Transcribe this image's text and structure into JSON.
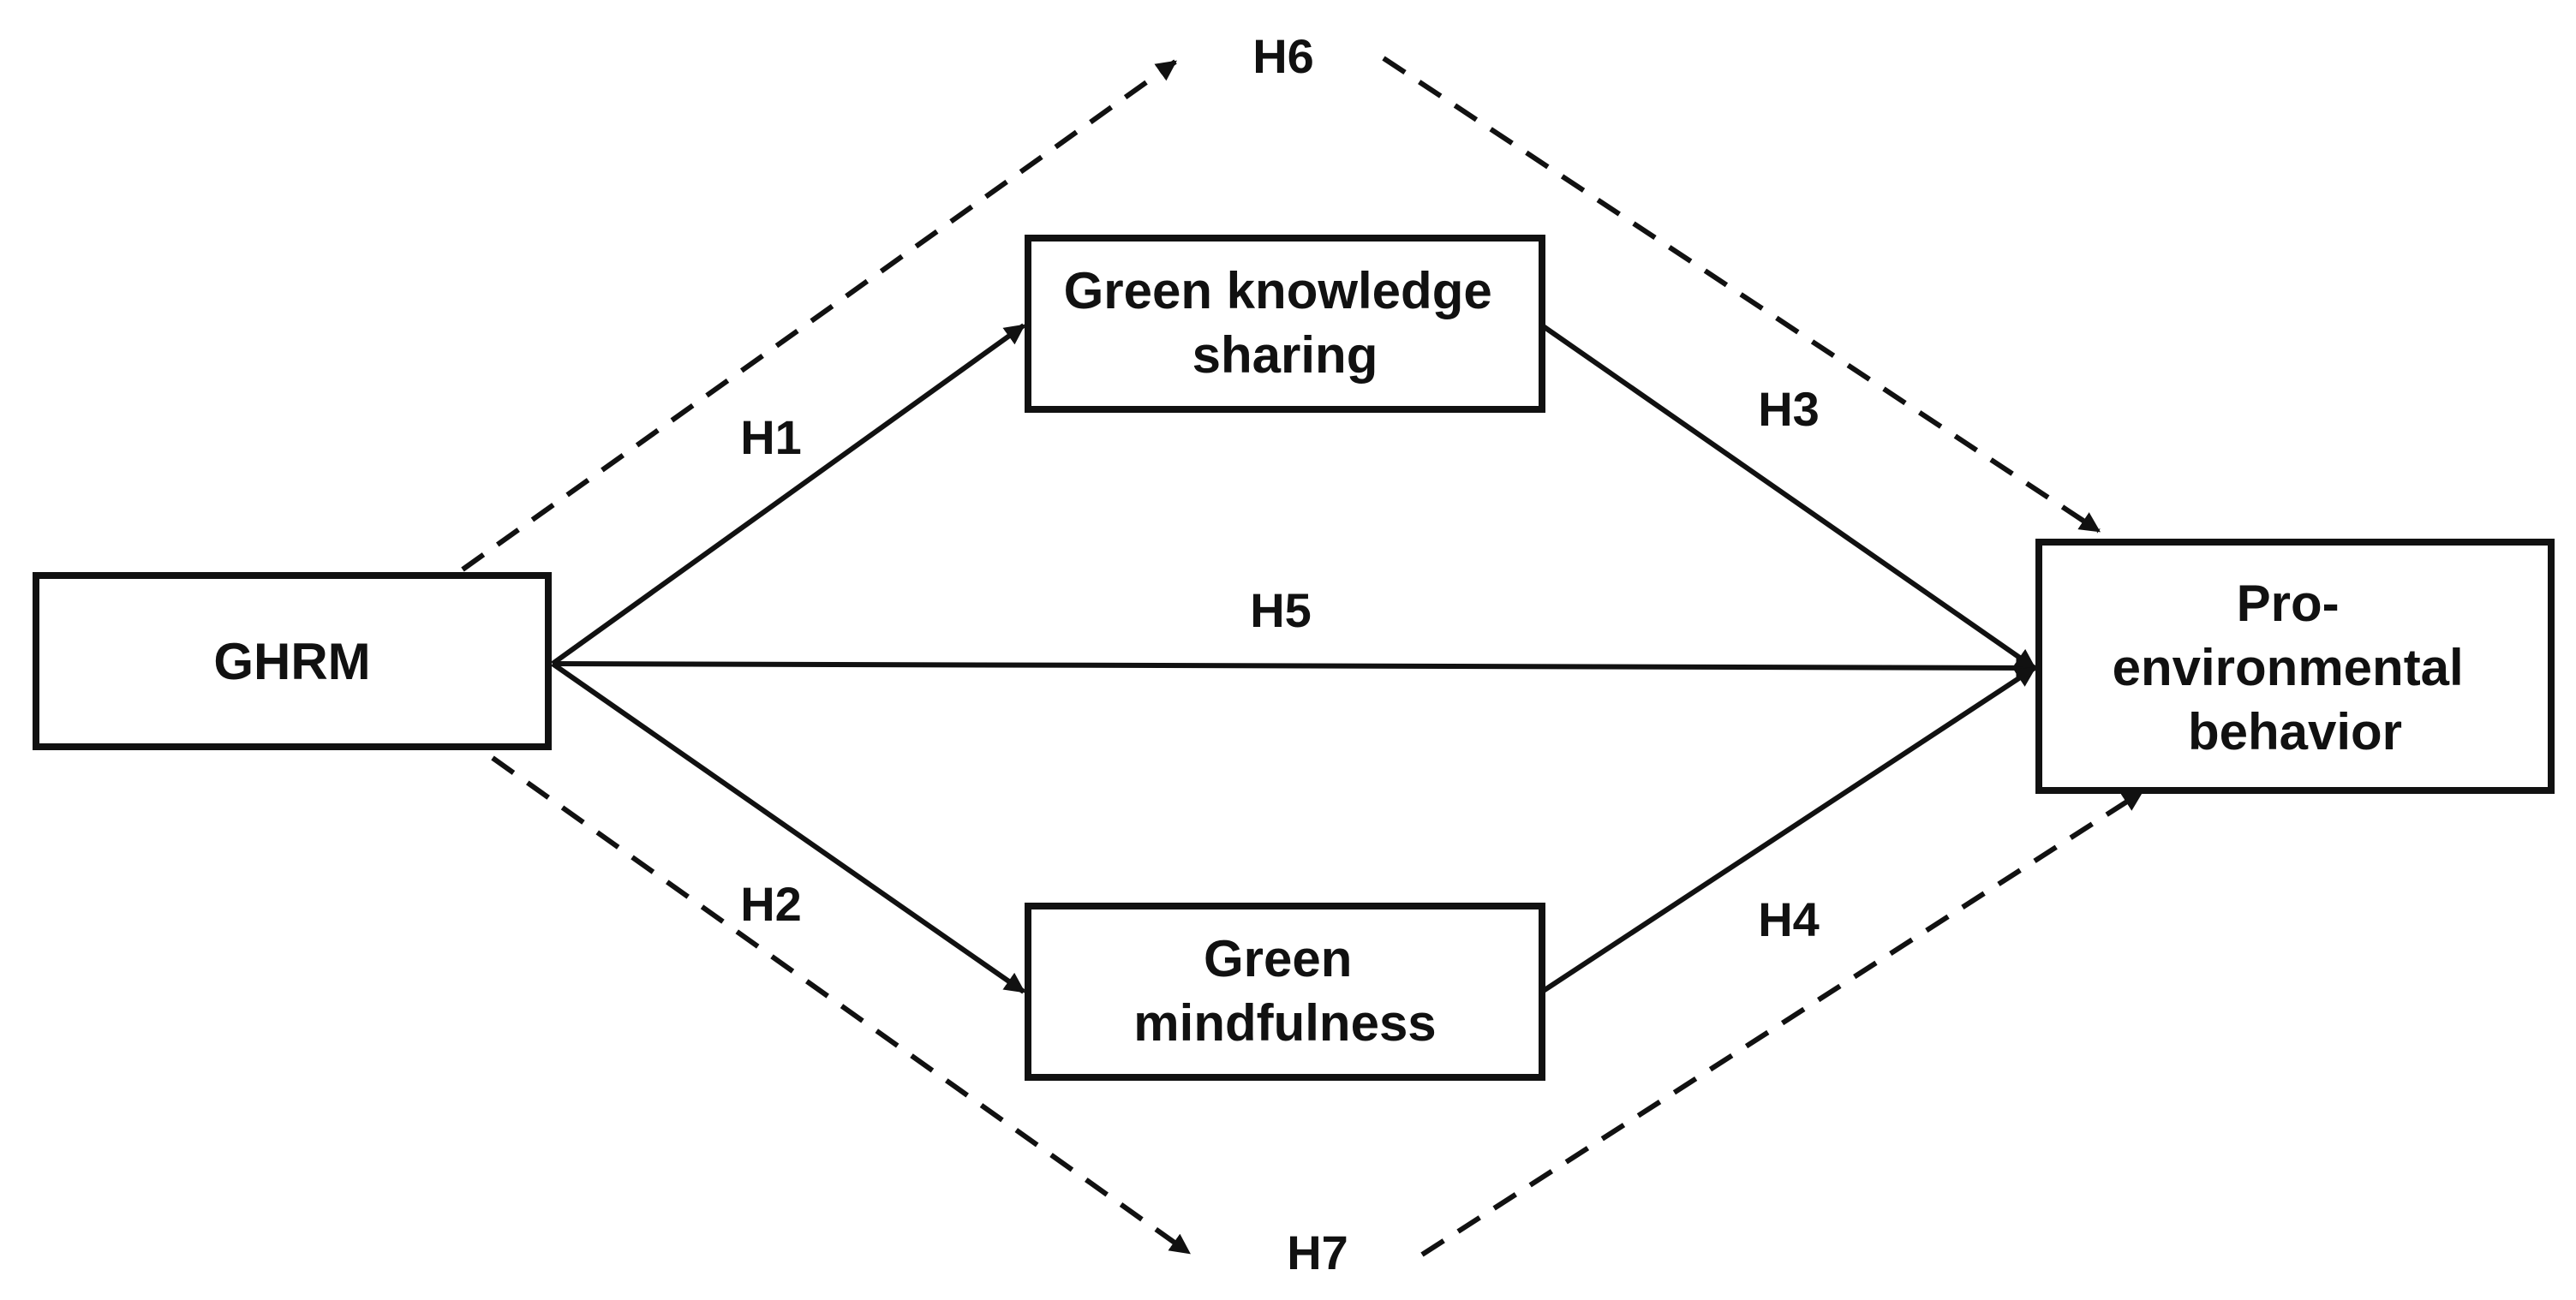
{
  "nodes": {
    "ghrm": {
      "lines": [
        "GHRM"
      ]
    },
    "gks": {
      "lines": [
        "Green knowledge",
        "sharing"
      ]
    },
    "gm": {
      "lines": [
        "Green",
        "mindfulness"
      ]
    },
    "peb": {
      "lines": [
        "Pro-",
        "environmental",
        "behavior"
      ]
    }
  },
  "hypotheses": {
    "h1": "H1",
    "h2": "H2",
    "h3": "H3",
    "h4": "H4",
    "h5": "H5",
    "h6": "H6",
    "h7": "H7"
  },
  "colors": {
    "stroke": "#111111",
    "background": "#ffffff"
  }
}
